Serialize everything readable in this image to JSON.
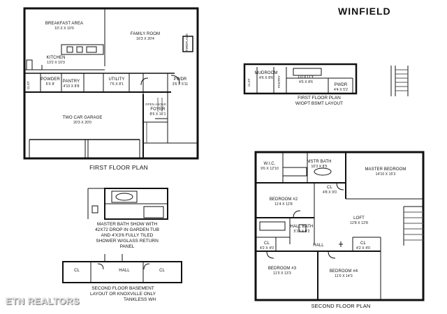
{
  "header": {
    "plan_name": "WINFIELD"
  },
  "first_floor": {
    "title": "FIRST FLOOR PLAN",
    "rooms": [
      {
        "name": "BREAKFAST AREA",
        "dims": "10'-2 x 10'0"
      },
      {
        "name": "FAMILY ROOM",
        "dims": "16'3 x 20'4"
      },
      {
        "name": "KITCHEN",
        "dims": "13'2 x 10'3"
      },
      {
        "name": "PANTRY",
        "dims": "4'10 x 8'8"
      },
      {
        "name": "UTILITY",
        "dims": "7'6 x 8'1"
      },
      {
        "name": "POWDER",
        "dims": "5'x 8'"
      },
      {
        "name": "PWDR",
        "dims": "3'6 x 5'11"
      },
      {
        "name": "TWO CAR GARAGE",
        "dims": "20'3 x 20'0"
      },
      {
        "name": "FOYER",
        "dims": "8'6 x 16'1"
      }
    ],
    "small_labels": {
      "open_above": "OPEN ABOVE",
      "fireplace": "FIREPLACE",
      "closet": "CLST"
    }
  },
  "basement_alt": {
    "title": "FIRST FLOOR PLAN",
    "subtitle": "w/OPT BSMT LAYOUT",
    "rooms": [
      {
        "name": "MUDROOM",
        "dims": "4'6 x 8'6"
      },
      {
        "name": "UTILITY",
        "dims": "4'6 x 8'6"
      },
      {
        "name": "PWDR",
        "dims": "4'4 x 5'2"
      }
    ],
    "small_labels": {
      "pantry": "PANTRY",
      "closet": "CLST"
    }
  },
  "master_bath_option": {
    "note": [
      "MASTER BATH SHOW WITH",
      "42X72 DROP IN GARDEN TUB",
      "AND 4'X3'6 FULLY TILED",
      "SHOWER w/GLASS RETURN",
      "PANEL"
    ]
  },
  "second_floor_basement": {
    "labels": {
      "cl_left": "CL",
      "hall": "HALL",
      "cl_right": "CL"
    },
    "note": [
      "SECOND FLOOR BASEMENT",
      "LAYOUT OR KNOXVILLE ONLY",
      "TANKLESS WH"
    ]
  },
  "second_floor": {
    "title": "SECOND FLOOR PLAN",
    "rooms": [
      {
        "name": "W.I.C.",
        "dims": "9'6 x 12'10"
      },
      {
        "name": "MSTR BATH",
        "dims": "10'3 x 8'5"
      },
      {
        "name": "MASTER BEDROOM",
        "dims": "14'10 x 15'3"
      },
      {
        "name": "CL",
        "dims": "4'8 x 9'0"
      },
      {
        "name": "BEDROOM #2",
        "dims": "11'4 x 12'8"
      },
      {
        "name": "LOFT",
        "dims": "12'8 x 12'8"
      },
      {
        "name": "HALL BATH",
        "dims": "5'14 x 9'2"
      },
      {
        "name": "CL",
        "dims": "4'2 x 4'0"
      },
      {
        "name": "HALL",
        "dims": ""
      },
      {
        "name": "CL",
        "dims": "4'2 x 4'0"
      },
      {
        "name": "BEDROOM #3",
        "dims": "11'0 x 13'3"
      },
      {
        "name": "BEDROOM #4",
        "dims": "11'0 x 14'3"
      }
    ]
  },
  "watermark": {
    "text": "ETN REALTORS"
  }
}
